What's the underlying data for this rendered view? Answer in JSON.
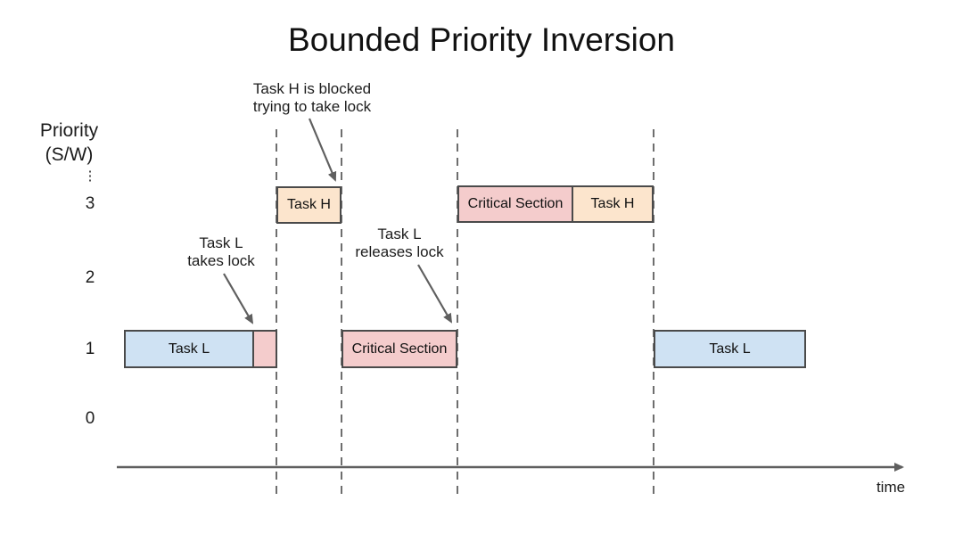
{
  "title": "Bounded Priority Inversion",
  "y_axis": {
    "label_line1": "Priority",
    "label_line2": "(S/W)",
    "ellipsis": "⋮",
    "ticks": [
      "3",
      "2",
      "1",
      "0"
    ]
  },
  "x_axis": {
    "label": "time"
  },
  "bars": {
    "task_l_1": "Task L",
    "lock_held_segment": "",
    "task_h_1": "Task H",
    "critical_section_p1": "Critical Section",
    "critical_section_p3": "Critical Section",
    "task_h_2": "Task H",
    "task_l_2": "Task L"
  },
  "annotations": {
    "blocked_line1": "Task H is blocked",
    "blocked_line2": "trying to take lock",
    "takes_line1": "Task L",
    "takes_line2": "takes lock",
    "releases_line1": "Task L",
    "releases_line2": "releases lock"
  },
  "colors": {
    "task_l_fill": "#cfe2f3",
    "task_h_fill": "#fce5cd",
    "critical_section_fill": "#f4cccc",
    "box_border": "#4a4a4a",
    "line_gray": "#5f5f5f",
    "dash_gray": "#6e6e6e"
  }
}
